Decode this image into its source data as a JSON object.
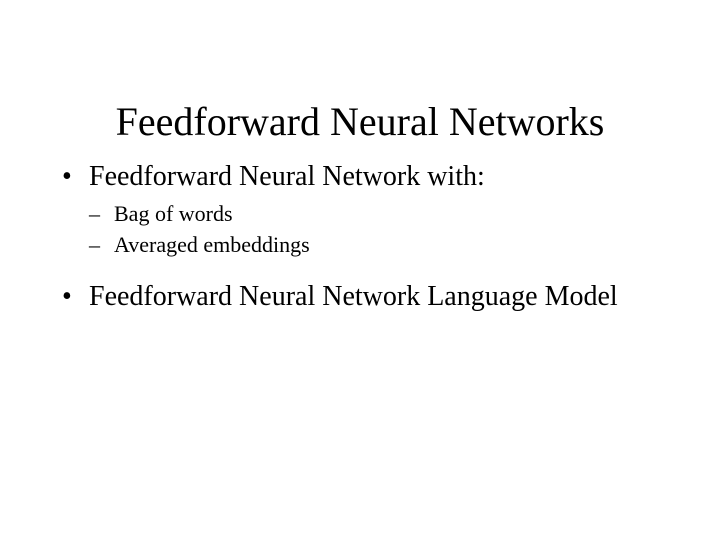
{
  "slide": {
    "title": "Feedforward Neural Networks",
    "background_color": "#ffffff",
    "text_color": "#000000",
    "bullets": [
      {
        "level": 1,
        "marker": "•",
        "text": "Feedforward Neural Network with:"
      },
      {
        "level": 2,
        "marker": "–",
        "text": "Bag of words"
      },
      {
        "level": 2,
        "marker": "–",
        "text": "Averaged embeddings"
      },
      {
        "level": 1,
        "marker": "•",
        "text": "Feedforward Neural Network Language Model"
      }
    ]
  }
}
